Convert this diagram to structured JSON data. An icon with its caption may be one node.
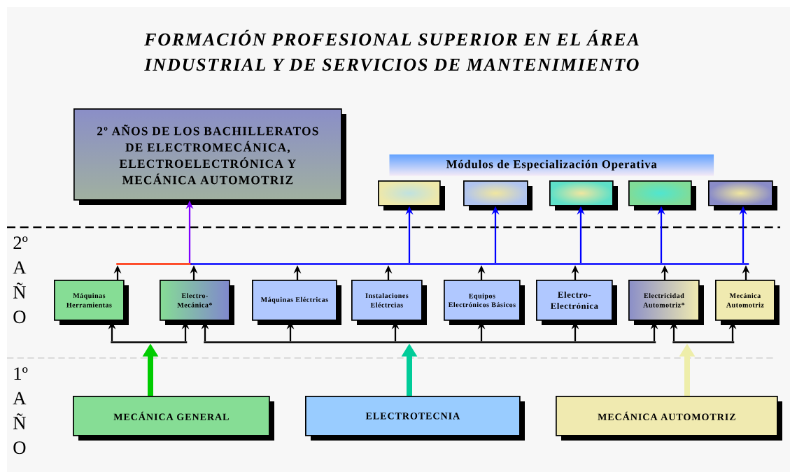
{
  "diagram": {
    "title": "FORMACIÓN PROFESIONAL SUPERIOR EN EL ÁREA INDUSTRIAL Y DE SERVICIOS DE MANTENIMIENTO",
    "nodes": [
      {
        "text": [
          "2º AÑOS DE LOS BACHILLERATOS DE ELECTROMECÁNICA, ELECTROELECTRÓNICA Y MECÁNICA AUTOMOTRIZ"
        ]
      },
      {
        "text": [
          "Módulos de Especialización Operativa"
        ]
      },
      {
        "text": [],
        "shape": "box"
      },
      {
        "text": [],
        "shape": "box"
      },
      {
        "text": [],
        "shape": "box"
      },
      {
        "text": [],
        "shape": "box"
      },
      {
        "text": [],
        "shape": "box"
      },
      {
        "text": [
          "Máquinas Herramientas"
        ]
      },
      {
        "text": [
          "Electro-Mecánica*"
        ]
      },
      {
        "text": [
          "Máquinas Eléctricas"
        ]
      },
      {
        "text": [
          "Instalaciones Eléctrcias"
        ]
      },
      {
        "text": [
          "Equipos Electrónicos Básicos"
        ]
      },
      {
        "text": [
          "Electro-Electrónica"
        ]
      },
      {
        "text": [
          "Electricidad Automotriz*"
        ]
      },
      {
        "text": [
          "Mecánica Automotriz"
        ]
      },
      {
        "text": [
          "MECÁNICA GENERAL"
        ]
      },
      {
        "text": [
          "ELECTROTECNIA"
        ]
      },
      {
        "text": [
          "MECÁNICA AUTOMOTRIZ"
        ]
      },
      {
        "text": [],
        "shape": "bar"
      },
      {
        "text": [],
        "shape": "bar"
      },
      {
        "text": [],
        "shape": "bar"
      },
      {
        "text": [],
        "shape": "bar"
      },
      {
        "text": [],
        "shape": "bar"
      }
    ],
    "edges": [
      {
        "from": 7,
        "to": 18,
        "arrow": "to"
      },
      {
        "from": 18,
        "to": 0,
        "arrow": "to",
        "color": "#7f00ff"
      },
      {
        "from": 8,
        "to": 19,
        "arrow": "to"
      },
      {
        "from": 9,
        "to": 19,
        "arrow": "to"
      },
      {
        "from": 10,
        "to": 19,
        "arrow": "to"
      },
      {
        "from": 11,
        "to": 19,
        "arrow": "to"
      },
      {
        "from": 12,
        "to": 19,
        "arrow": "to"
      },
      {
        "from": 13,
        "to": 19,
        "arrow": "to"
      },
      {
        "from": 14,
        "to": 19,
        "arrow": "to"
      },
      {
        "from": 19,
        "to": 2,
        "arrow": "to",
        "color": "#0000ff"
      },
      {
        "from": 19,
        "to": 3,
        "arrow": "to",
        "color": "#0000ff"
      },
      {
        "from": 19,
        "to": 4,
        "arrow": "to",
        "color": "#0000ff"
      },
      {
        "from": 19,
        "to": 5,
        "arrow": "to",
        "color": "#0000ff"
      },
      {
        "from": 19,
        "to": 6,
        "arrow": "to",
        "color": "#0000ff"
      },
      {
        "from": 15,
        "to": 20,
        "arrow": "to",
        "style": "thick",
        "color": "#00cc00"
      },
      {
        "from": 20,
        "to": 7,
        "arrow": "to"
      },
      {
        "from": 20,
        "to": 8,
        "arrow": "to"
      },
      {
        "from": 16,
        "to": 21,
        "arrow": "to",
        "style": "thick",
        "color": "#00cc99"
      },
      {
        "from": 21,
        "to": 8,
        "arrow": "to"
      },
      {
        "from": 21,
        "to": 9,
        "arrow": "to"
      },
      {
        "from": 21,
        "to": 10,
        "arrow": "to"
      },
      {
        "from": 21,
        "to": 11,
        "arrow": "to"
      },
      {
        "from": 21,
        "to": 12,
        "arrow": "to"
      },
      {
        "from": 21,
        "to": 13,
        "arrow": "to"
      },
      {
        "from": 17,
        "to": 22,
        "arrow": "to",
        "style": "thick",
        "color": "#eeeeaa"
      },
      {
        "from": 22,
        "to": 13,
        "arrow": "to"
      },
      {
        "from": 22,
        "to": 14,
        "arrow": "to"
      }
    ],
    "labels": [
      "2º A Ñ O",
      "1º A Ñ O"
    ]
  }
}
